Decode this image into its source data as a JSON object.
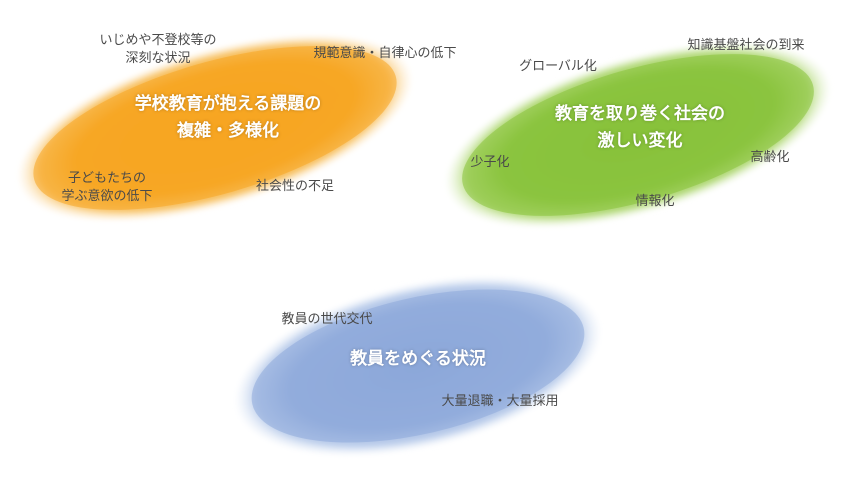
{
  "colors": {
    "school": "#f5a21c",
    "society": "#8ac43c",
    "teachers": "#8aa6d8"
  },
  "clusters": {
    "school": {
      "title": [
        "学校教育が抱える課題の",
        "複雑・多様化"
      ],
      "items": [
        [
          "いじめや不登校等の",
          "深刻な状況"
        ],
        [
          "規範意識・自律心の低下"
        ],
        [
          "子どもたちの",
          "学ぶ意欲の低下"
        ],
        [
          "社会性の不足"
        ]
      ]
    },
    "society": {
      "title": [
        "教育を取り巻く社会の",
        "激しい変化"
      ],
      "items": [
        [
          "知識基盤社会の到来"
        ],
        [
          "グローバル化"
        ],
        [
          "少子化"
        ],
        [
          "高齢化"
        ],
        [
          "情報化"
        ]
      ]
    },
    "teachers": {
      "title": [
        "教員をめぐる状況"
      ],
      "items": [
        [
          "教員の世代交代"
        ],
        [
          "大量退職・大量採用"
        ]
      ]
    }
  }
}
